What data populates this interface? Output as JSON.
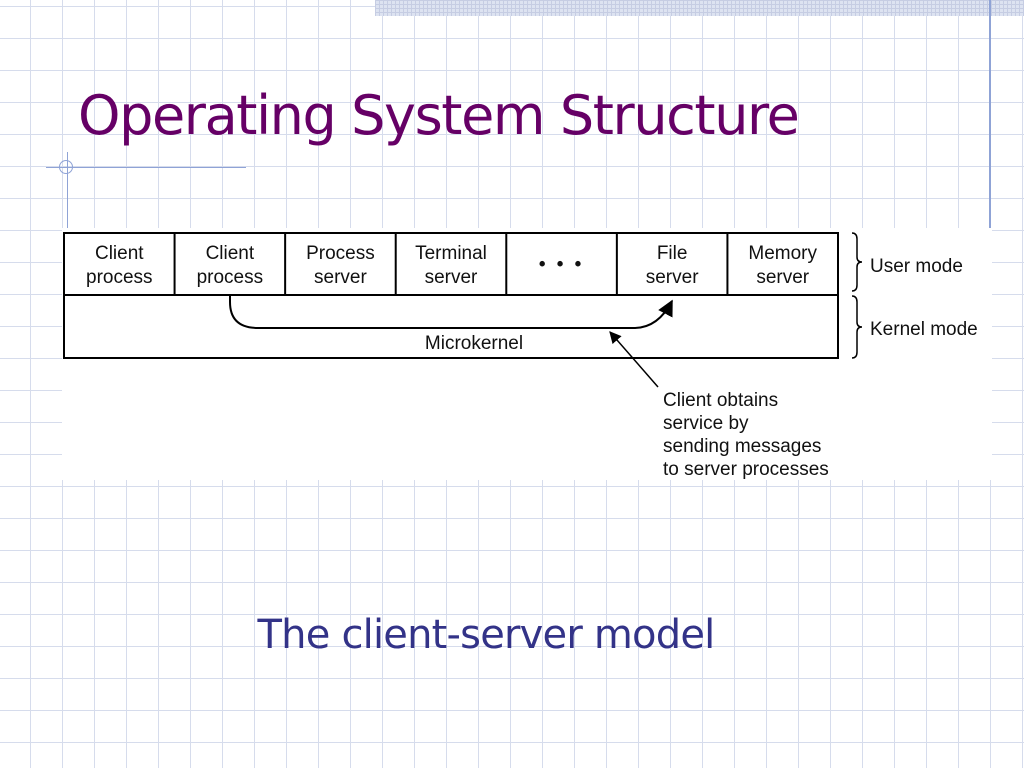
{
  "slide": {
    "title": "Operating System Structure",
    "caption": "The client-server model"
  },
  "diagram": {
    "user_boxes": [
      [
        "Client",
        "process"
      ],
      [
        "Client",
        "process"
      ],
      [
        "Process",
        "server"
      ],
      [
        "Terminal",
        "server"
      ],
      [
        "• • •"
      ],
      [
        "File",
        "server"
      ],
      [
        "Memory",
        "server"
      ]
    ],
    "kernel_label": "Microkernel",
    "user_mode_label": "User mode",
    "kernel_mode_label": "Kernel mode",
    "annotation": [
      "Client obtains",
      "service by",
      "sending messages",
      "to server processes"
    ]
  },
  "colors": {
    "title": "#660066",
    "caption": "#333388",
    "grid": "#d6dcec",
    "rule": "#8fa3d6"
  }
}
